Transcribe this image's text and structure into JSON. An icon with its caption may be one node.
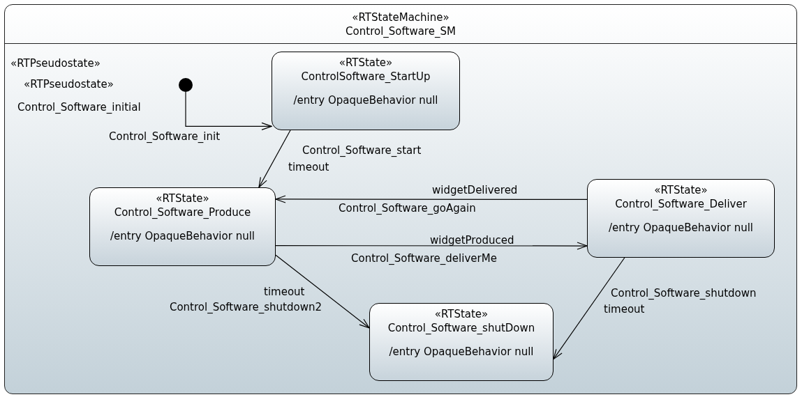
{
  "diagram": {
    "nodes": [
      {
        "text": [
          "«RTStateMachine»",
          "Control_Software_SM"
        ]
      },
      {
        "text": [],
        "shape": "circle",
        "in": 0,
        "beside": [
          "«RTPseudostate»",
          "«RTPseudostate»",
          "Control_Software_initial"
        ]
      },
      {
        "text": [
          "«RTState»",
          "ControlSoftware_StartUp",
          "/entry OpaqueBehavior null"
        ],
        "in": 0
      },
      {
        "text": [
          "«RTState»",
          "Control_Software_Produce",
          "/entry OpaqueBehavior null"
        ],
        "in": 0
      },
      {
        "text": [
          "«RTState»",
          "Control_Software_Deliver",
          "/entry OpaqueBehavior null"
        ],
        "in": 0
      },
      {
        "text": [
          "«RTState»",
          "Control_Software_shutDown",
          "/entry OpaqueBehavior null"
        ],
        "in": 0
      }
    ],
    "edges": [
      {
        "from": 1,
        "to": 2,
        "arrow": "to",
        "label": "Control_Software_init"
      },
      {
        "from": 2,
        "to": 3,
        "arrow": "to",
        "label": "Control_Software_start"
      },
      {
        "from": 4,
        "to": 3,
        "arrow": "to",
        "label": "Control_Software_goAgain"
      },
      {
        "from": 3,
        "to": 4,
        "arrow": "to",
        "label": "Control_Software_deliverMe"
      },
      {
        "from": 3,
        "to": 5,
        "arrow": "to",
        "label": "Control_Software_shutdown2"
      },
      {
        "from": 4,
        "to": 5,
        "arrow": "to",
        "label": "Control_Software_shutdown"
      }
    ],
    "labels": [
      "timeout",
      "widgetDelivered",
      "widgetProduced",
      "timeout",
      "timeout"
    ]
  }
}
